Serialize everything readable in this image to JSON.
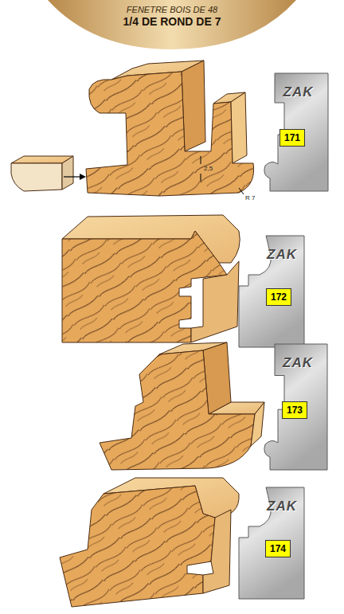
{
  "diagram": {
    "nodes": [
      {
        "text": [
          "FENETRE BOIS DE 48",
          "1/4 DE ROND DE 7"
        ]
      },
      {
        "text": [
          "ZAK"
        ]
      },
      {
        "text": [
          "171"
        ],
        "in": 1
      },
      {
        "text": [
          "ZAK"
        ]
      },
      {
        "text": [
          "172"
        ],
        "in": 3
      },
      {
        "text": [
          "ZAK"
        ]
      },
      {
        "text": [
          "173"
        ],
        "in": 5
      },
      {
        "text": [
          "ZAK"
        ]
      },
      {
        "text": [
          "174"
        ],
        "in": 7
      }
    ],
    "labels": [
      "2,5",
      "R 7"
    ]
  }
}
